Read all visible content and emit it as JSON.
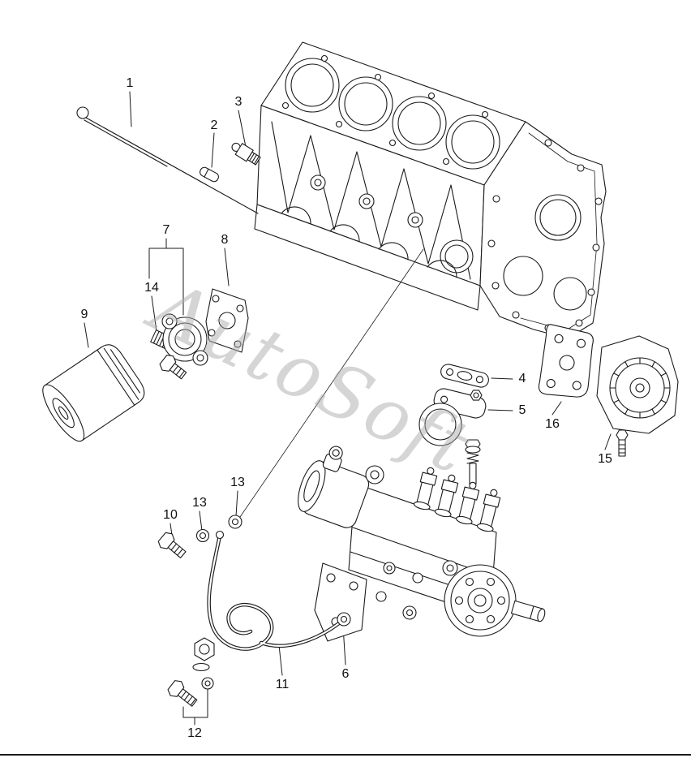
{
  "page": {
    "background_color": "#ffffff",
    "line_color": "#1a1a1a",
    "watermark_text": "AutoSoft",
    "watermark_color": "rgba(172,172,172,0.5)"
  },
  "callouts": [
    {
      "label": "1"
    },
    {
      "label": "2"
    },
    {
      "label": "3"
    },
    {
      "label": "7"
    },
    {
      "label": "8"
    },
    {
      "label": "14"
    },
    {
      "label": "9"
    },
    {
      "label": "4"
    },
    {
      "label": "5"
    },
    {
      "label": "16"
    },
    {
      "label": "15"
    },
    {
      "label": "13"
    },
    {
      "label": "13"
    },
    {
      "label": "10"
    },
    {
      "label": "11"
    },
    {
      "label": "6"
    },
    {
      "label": "12"
    }
  ]
}
